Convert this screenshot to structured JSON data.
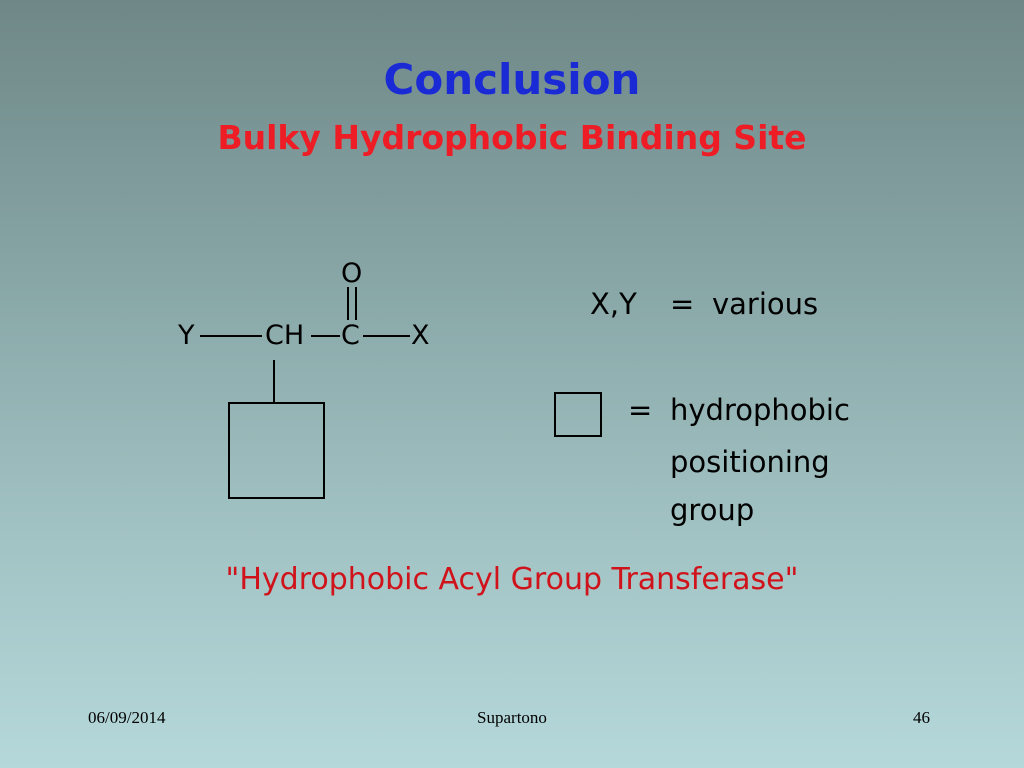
{
  "slide": {
    "title": "Conclusion",
    "subtitle": "Bulky Hydrophobic Binding Site"
  },
  "structure": {
    "atom_o": "O",
    "atom_y": "Y",
    "atom_ch": "CH",
    "atom_c": "C",
    "atom_x": "X"
  },
  "legend": {
    "xy_label": "X,Y",
    "xy_equals": "=",
    "xy_value": "various",
    "box_equals": "=",
    "box_line1": "hydrophobic",
    "box_line2": "positioning",
    "box_line3": "group"
  },
  "quote": "\"Hydrophobic Acyl Group Transferase\"",
  "footer": {
    "date": "06/09/2014",
    "author": "Supartono",
    "page": "46"
  },
  "colors": {
    "title": "#1a2bd6",
    "subtitle": "#ee1c24",
    "quote": "#d0121a"
  }
}
